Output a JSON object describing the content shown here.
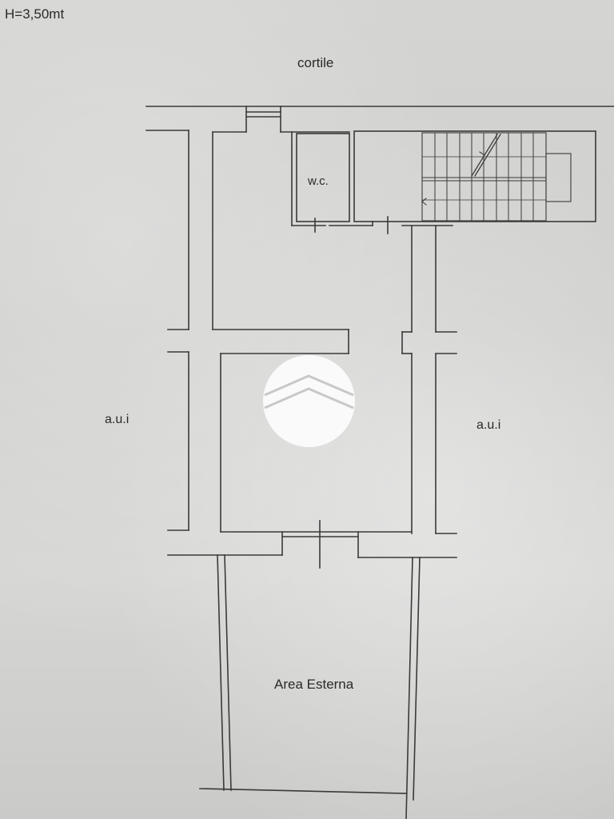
{
  "labels": {
    "height": "H=3,50mt",
    "courtyard": "cortile",
    "wc": "w.c.",
    "adjacent_left": "a.u.i",
    "adjacent_right": "a.u.i",
    "outdoor_area": "Area Esterna"
  },
  "colors": {
    "paper": "#d2d2d0",
    "line": "#3a3a3a",
    "text": "#2a2a2a"
  },
  "icons": {
    "watermark": "house-roof-watermark-icon"
  }
}
